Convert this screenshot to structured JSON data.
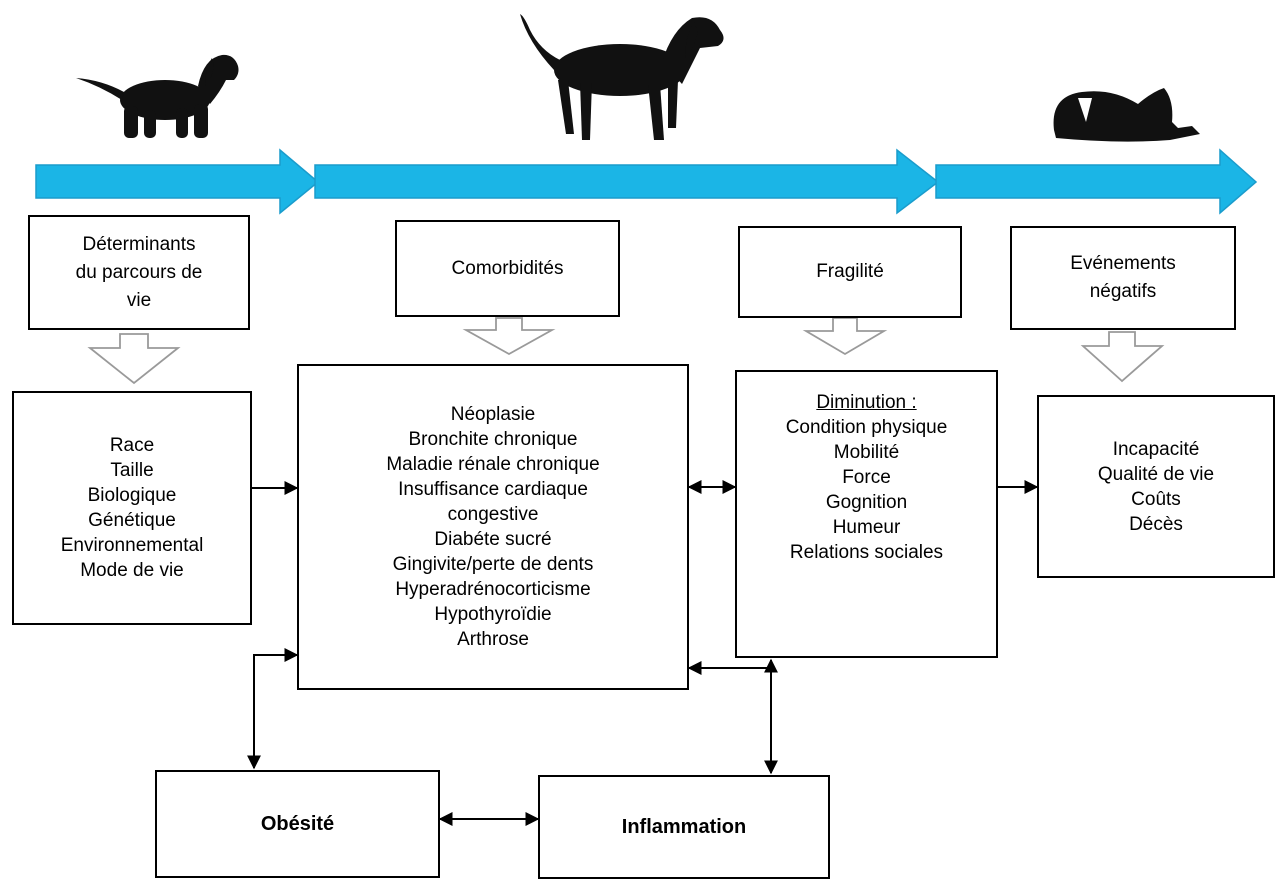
{
  "stages": [
    "puppy",
    "adult",
    "senior"
  ],
  "colors": {
    "timeline_arrow": "#1bb5e6",
    "timeline_arrow_edge": "#1a9ccc",
    "box_border": "#000000",
    "hollow_arrow": "#9a9a9a"
  },
  "headers": {
    "determinants": {
      "lines": [
        "Déterminants",
        "du parcours de",
        "vie"
      ]
    },
    "comorbidities": {
      "lines": [
        "Comorbidités"
      ]
    },
    "frailty": {
      "lines": [
        "Fragilité"
      ]
    },
    "negative_events": {
      "lines": [
        "Evénements",
        "négatifs"
      ]
    }
  },
  "determinants_list": [
    "Race",
    "Taille",
    "Biologique",
    "Génétique",
    "Environnemental",
    "Mode de vie"
  ],
  "comorbidities_list": [
    "Néoplasie",
    "Bronchite chronique",
    "Maladie rénale chronique",
    "Insuffisance cardiaque",
    "congestive",
    "Diabéte sucré",
    "Gingivite/perte de dents",
    "Hyperadrénocorticisme",
    "Hypothyroïdie",
    "Arthrose"
  ],
  "frailty_list": {
    "heading": "Diminution :",
    "items": [
      "Condition physique",
      "Mobilité",
      "Force",
      "Gognition",
      "Humeur",
      "Relations sociales"
    ]
  },
  "negative_events_list": [
    "Incapacité",
    "Qualité de vie",
    "Coûts",
    "Décès"
  ],
  "obesity": "Obésité",
  "inflammation": "Inflammation"
}
